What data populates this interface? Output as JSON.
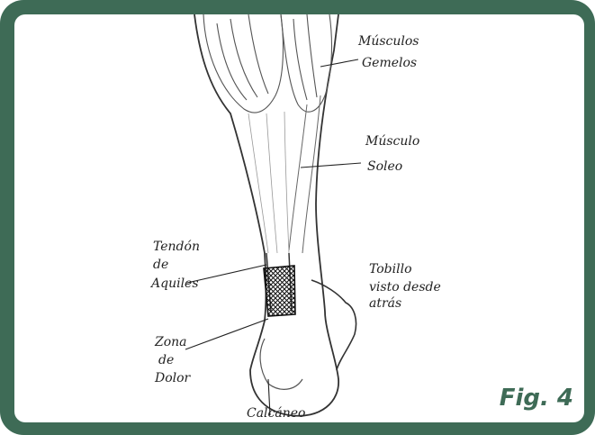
{
  "labels": {
    "musculos": "Músculos",
    "gemelos": "Gemelos",
    "musculo": "Músculo",
    "soleo": "Soleo",
    "tendon": "Tendón",
    "de1": "de",
    "aquiles": "Aquiles",
    "tobillo": "Tobillo",
    "visto": "visto desde",
    "atras": "atrás",
    "zona": "Zona",
    "de2": "de",
    "dolor": "Dolor",
    "calcaneo": "Calcáneo"
  },
  "figure": {
    "caption": "Fig. 4"
  },
  "colors": {
    "frame": "#3e6b56",
    "caption": "#3e6b56",
    "ink": "#222222"
  }
}
